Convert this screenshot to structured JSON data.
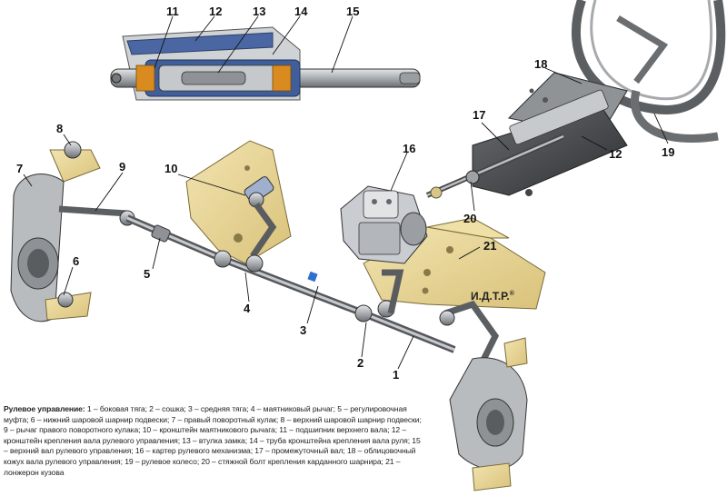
{
  "caption": {
    "title": "Рулевое управление:",
    "text": " 1 – боковая тяга; 2 – сошка; 3 – средняя тяга; 4 – маятниковый рычаг; 5 – регулировочная муфта; 6 – нижний шаровой шарнир подвески; 7 – правый поворотный кулак; 8 – верхний шаровой шарнир подвески; 9 – рычаг правого поворотного кулака; 10 – кронштейн маятникового рычага; 11 – подшипник верхнего вала; 12 – кронштейн крепления вала рулевого управления; 13 – втулка замка; 14 – труба кронштейна крепления вала руля; 15 – верхний вал рулевого управления; 16 – картер рулевого механизма; 17 – промежуточный вал; 18 – облицовочный кожух вала рулевого управления; 19 – рулевое колесо; 20 – стяжной болт крепления карданного шарнира; 21 – лонжерон кузова"
  },
  "logo": "И.Д.Т.Р.",
  "logo_mark": "®",
  "labels": {
    "l1": "1",
    "l2": "2",
    "l3": "3",
    "l4": "4",
    "l5": "5",
    "l6": "6",
    "l7": "7",
    "l8": "8",
    "l9": "9",
    "l10": "10",
    "l11": "11",
    "l12a": "12",
    "l12b": "12",
    "l13": "13",
    "l14": "14",
    "l15": "15",
    "l16": "16",
    "l17": "17",
    "l18": "18",
    "l19": "19",
    "l20": "20",
    "l21": "21"
  },
  "colors": {
    "bracket_yellow": "#e8d596",
    "bracket_outline": "#7a6a3a",
    "metal": "#b9bcbf",
    "metal_dark": "#55585c",
    "shaft_blue": "#3f5e9a",
    "bearing_orange": "#d98b1f",
    "tie_rod_ring": "#2f6fd0"
  }
}
